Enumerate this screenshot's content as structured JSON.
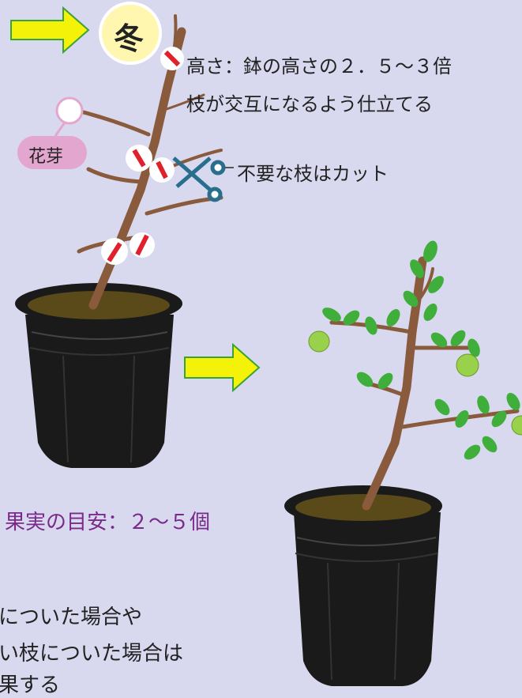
{
  "season_badge": "冬",
  "flower_bud_label": "花芽",
  "notes": {
    "height_rule": "高さ：鉢の高さの２．５～３倍",
    "alternate_branches": "枝が交互になるよう仕立てる",
    "cut_branches": "不要な枝はカット",
    "fruit_target": "果実の目安：２～５個",
    "bottom_line1": "についた場合や",
    "bottom_line2": "い枝についた場合は",
    "bottom_line3": "果する"
  },
  "colors": {
    "background": "#d8d8ee",
    "arrow_yellow": "#f5f20a",
    "arrow_outline": "#3aa23a",
    "trunk": "#8a5a3c",
    "pot": "#1a1a1a",
    "soil": "#5a4a1a",
    "cut_mark": "#e0202a",
    "badge_fill": "#fff7b0",
    "bud_label_fill": "#e3a6cf",
    "fruit_text": "#7a2a8a",
    "leaf": "#3fae3a",
    "fruit": "#9ad14a"
  },
  "icons": [
    "scissors-icon",
    "right-arrow-icon"
  ]
}
